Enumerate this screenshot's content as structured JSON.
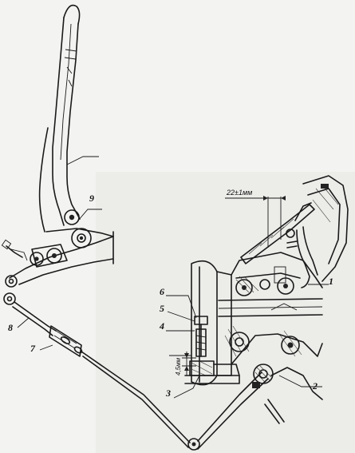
{
  "drawing": {
    "dimensions": {
      "gap": "22±1мм",
      "height": "4,5мм"
    },
    "callouts": [
      {
        "id": "1",
        "text": "1"
      },
      {
        "id": "2",
        "text": "2"
      },
      {
        "id": "3",
        "text": "3"
      },
      {
        "id": "4",
        "text": "4"
      },
      {
        "id": "5",
        "text": "5"
      },
      {
        "id": "6",
        "text": "6"
      },
      {
        "id": "7",
        "text": "7"
      },
      {
        "id": "8",
        "text": "8"
      },
      {
        "id": "9",
        "text": "9"
      }
    ]
  }
}
